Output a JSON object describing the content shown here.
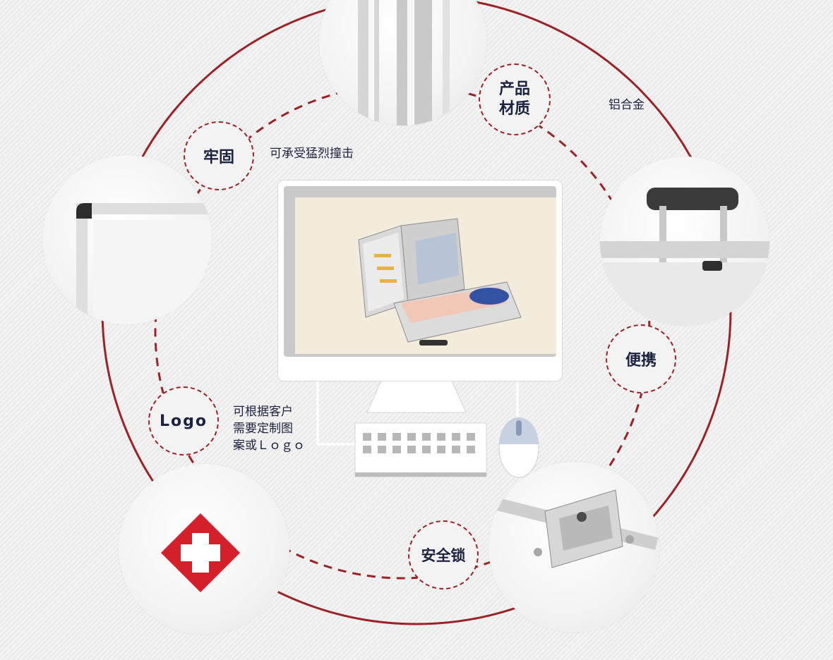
{
  "badges": {
    "material": "产品\n材质",
    "sturdy": "牢固",
    "portable": "便携",
    "logo": "Logo",
    "lock": "安全锁"
  },
  "captions": {
    "material": "铝合金",
    "sturdy": "可承受猛烈撞击",
    "logo": "可根据客户\n需要定制图\n案或Ｌｏｇｏ"
  },
  "colors": {
    "ring": "#9b2328",
    "text": "#1d2240",
    "cross": "#d4202a"
  },
  "icons": {
    "screen_product": "aluminum-first-aid-case",
    "logo_mark": "red-cross-logo"
  }
}
